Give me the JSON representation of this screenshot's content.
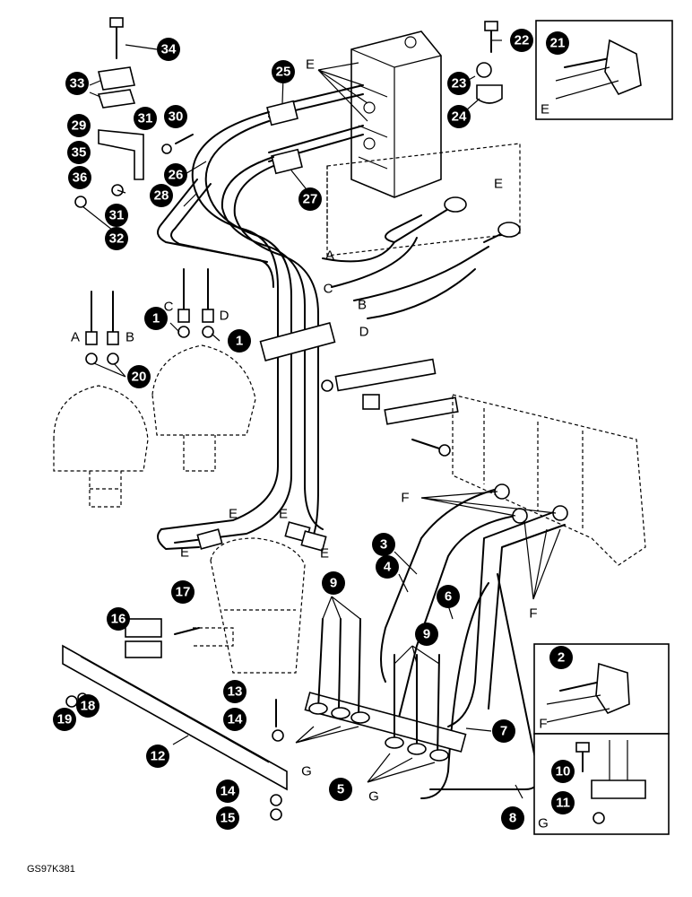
{
  "diagram": {
    "reference_code": "GS97K381",
    "callouts": [
      {
        "id": "c34",
        "text": "34"
      },
      {
        "id": "c22",
        "text": "22"
      },
      {
        "id": "c21",
        "text": "21"
      },
      {
        "id": "c33",
        "text": "33"
      },
      {
        "id": "c25",
        "text": "25"
      },
      {
        "id": "c23",
        "text": "23"
      },
      {
        "id": "c24",
        "text": "24"
      },
      {
        "id": "c29",
        "text": "29"
      },
      {
        "id": "c31a",
        "text": "31"
      },
      {
        "id": "c30",
        "text": "30"
      },
      {
        "id": "c35",
        "text": "35"
      },
      {
        "id": "c26",
        "text": "26"
      },
      {
        "id": "c36",
        "text": "36"
      },
      {
        "id": "c27",
        "text": "27"
      },
      {
        "id": "c28",
        "text": "28"
      },
      {
        "id": "c31b",
        "text": "31"
      },
      {
        "id": "c32",
        "text": "32"
      },
      {
        "id": "c1a",
        "text": "1"
      },
      {
        "id": "c1b",
        "text": "1"
      },
      {
        "id": "c20",
        "text": "20"
      },
      {
        "id": "c3",
        "text": "3"
      },
      {
        "id": "c4",
        "text": "4"
      },
      {
        "id": "c9a",
        "text": "9"
      },
      {
        "id": "c17",
        "text": "17"
      },
      {
        "id": "c6",
        "text": "6"
      },
      {
        "id": "c16",
        "text": "16"
      },
      {
        "id": "c9b",
        "text": "9"
      },
      {
        "id": "c2",
        "text": "2"
      },
      {
        "id": "c13",
        "text": "13"
      },
      {
        "id": "c18",
        "text": "18"
      },
      {
        "id": "c19",
        "text": "19"
      },
      {
        "id": "c14a",
        "text": "14"
      },
      {
        "id": "c7",
        "text": "7"
      },
      {
        "id": "c12",
        "text": "12"
      },
      {
        "id": "c10",
        "text": "10"
      },
      {
        "id": "c14b",
        "text": "14"
      },
      {
        "id": "c5",
        "text": "5"
      },
      {
        "id": "c8",
        "text": "8"
      },
      {
        "id": "c11",
        "text": "11"
      },
      {
        "id": "c15",
        "text": "15"
      }
    ],
    "letters": [
      {
        "id": "lE1",
        "text": "E"
      },
      {
        "id": "lEinset1",
        "text": "E"
      },
      {
        "id": "lE2",
        "text": "E"
      },
      {
        "id": "lA1",
        "text": "A"
      },
      {
        "id": "lC1",
        "text": "C"
      },
      {
        "id": "lB1",
        "text": "B"
      },
      {
        "id": "lD1",
        "text": "D"
      },
      {
        "id": "lC2",
        "text": "C"
      },
      {
        "id": "lD2",
        "text": "D"
      },
      {
        "id": "lA2",
        "text": "A"
      },
      {
        "id": "lB2",
        "text": "B"
      },
      {
        "id": "lF1",
        "text": "F"
      },
      {
        "id": "lF2",
        "text": "F"
      },
      {
        "id": "lE3",
        "text": "E"
      },
      {
        "id": "lE4",
        "text": "E"
      },
      {
        "id": "lE5",
        "text": "E"
      },
      {
        "id": "lE6",
        "text": "E"
      },
      {
        "id": "lG1",
        "text": "G"
      },
      {
        "id": "lG2",
        "text": "G"
      },
      {
        "id": "lFinset",
        "text": "F"
      },
      {
        "id": "lGinset",
        "text": "G"
      }
    ]
  }
}
